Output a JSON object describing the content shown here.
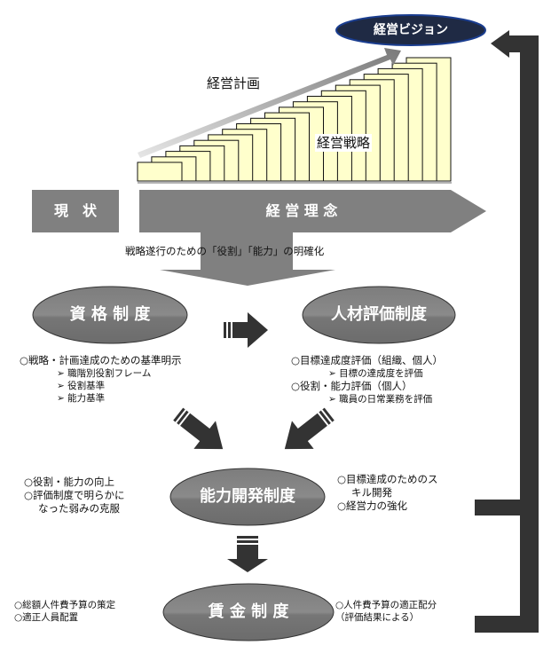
{
  "vision": {
    "label": "経営ビジョン"
  },
  "plan": {
    "label": "経営計画"
  },
  "strategy": {
    "label": "経営戦略"
  },
  "stairs": {
    "count": 20
  },
  "current_state": {
    "label": "現　状"
  },
  "philosophy": {
    "label": "経 営 理 念"
  },
  "clarify_caption": "戦略遂行のための「役割」「能力」の明確化",
  "qualification": {
    "label": "資 格 制 度",
    "notes": [
      "○戦略・計画達成のための基準明示",
      "➢ 職階別役割フレーム",
      "➢ 役割基準",
      "➢ 能力基準"
    ]
  },
  "evaluation": {
    "label": "人材評価制度",
    "notes": [
      "○目標達成度評価（組織、個人）",
      "➢ 目標の達成度を評価",
      "○役割・能力評価（個人）",
      "➢ 職員の日常業務を評価"
    ]
  },
  "development": {
    "label": "能力開発制度",
    "left_notes": [
      "○役割・能力の向上",
      "○評価制度で明らかに",
      "なった弱みの克服"
    ],
    "right_notes": [
      "○目標達成のためのス",
      "キル開発",
      "○経営力の強化"
    ]
  },
  "wage": {
    "label": "賃 金 制 度",
    "left_notes": [
      "○総額人件費予算の策定",
      "○適正人員配置"
    ],
    "right_notes": [
      "○人件費予算の適正配分",
      "（評価結果による）"
    ]
  },
  "colors": {
    "dark": "#333333",
    "gray": "#808080",
    "ellipse_fill": "#7f7f7f",
    "vision_fill": "#1f2a44",
    "vision_border": "#1a3d8f",
    "stair_fill": "#ffffcc"
  }
}
